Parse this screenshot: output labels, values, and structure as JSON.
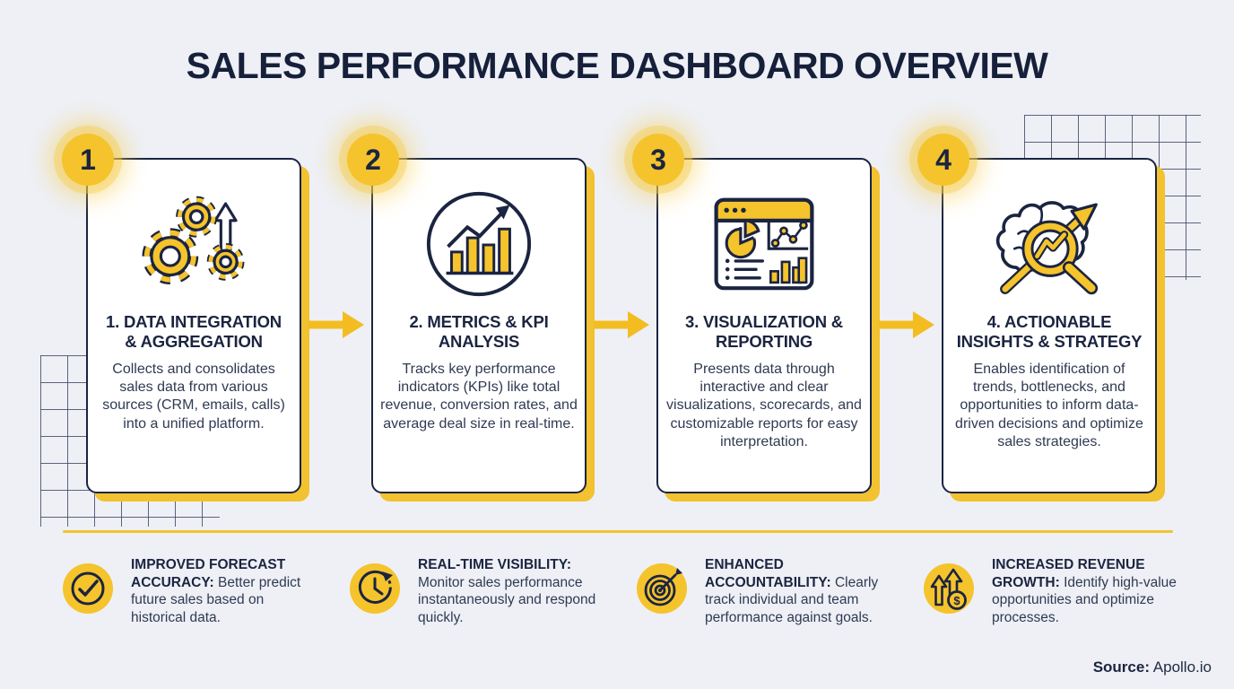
{
  "title": "SALES PERFORMANCE DASHBOARD OVERVIEW",
  "colors": {
    "background": "#EEF0F6",
    "accent_yellow": "#F5C32C",
    "navy": "#1B2440",
    "body_text": "#2F3A52"
  },
  "steps": [
    {
      "number": "1",
      "icon": "gears-up-arrow-icon",
      "heading": "1. DATA INTEGRATION & AGGREGATION",
      "body": "Collects and consolidates sales data from various sources (CRM, emails, calls) into a unified platform."
    },
    {
      "number": "2",
      "icon": "bar-chart-growth-icon",
      "heading": "2. METRICS & KPI ANALYSIS",
      "body": "Tracks key performance indicators (KPIs) like total revenue, conversion rates, and average deal size in real-time."
    },
    {
      "number": "3",
      "icon": "dashboard-report-icon",
      "heading": "3. VISUALIZATION & REPORTING",
      "body": "Presents data through interactive and clear visualizations, scorecards, and customizable reports for easy interpretation."
    },
    {
      "number": "4",
      "icon": "brain-magnifier-arrow-icon",
      "heading": "4. ACTIONABLE INSIGHTS & STRATEGY",
      "body": "Enables identification of trends, bottlenecks, and opportunities to inform data-driven decisions and optimize sales strategies."
    }
  ],
  "benefits": [
    {
      "icon": "checkmark-circle-icon",
      "heading": "IMPROVED FORECAST ACCURACY:",
      "body": "Better predict future sales based on historical data."
    },
    {
      "icon": "real-time-clock-icon",
      "heading": "REAL-TIME VISIBILITY:",
      "body": "Monitor sales performance instantaneously and respond quickly."
    },
    {
      "icon": "target-bullseye-icon",
      "heading": "ENHANCED ACCOUNTABILITY:",
      "body": "Clearly track individual and team performance against goals."
    },
    {
      "icon": "revenue-growth-icon",
      "heading": "INCREASED REVENUE GROWTH:",
      "body": "Identify high-value opportunities and optimize processes."
    }
  ],
  "source": {
    "label": "Source:",
    "value": " Apollo.io"
  },
  "glyphs": {
    "dollar": "$"
  }
}
